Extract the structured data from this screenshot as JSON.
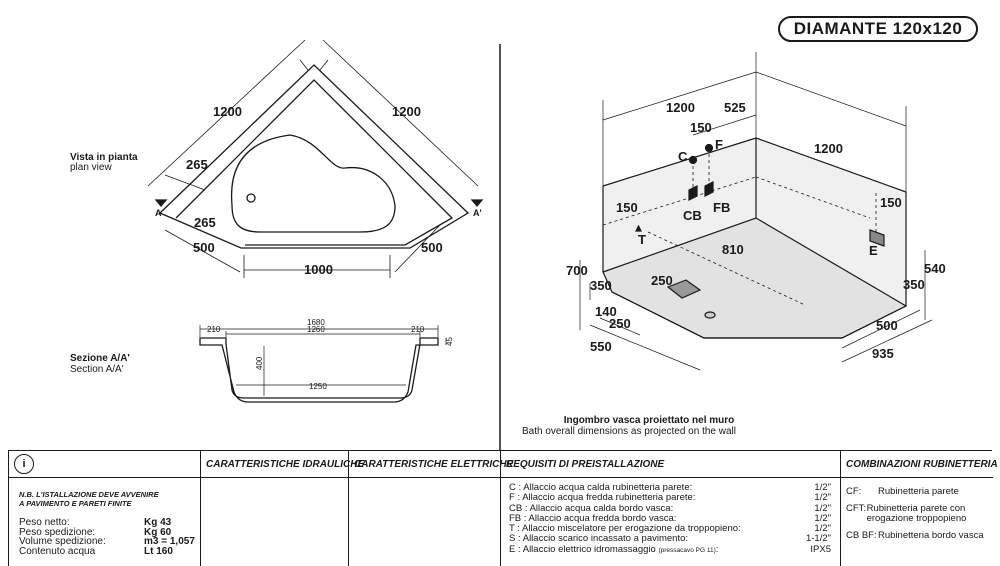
{
  "title": "DIAMANTE 120x120",
  "plan": {
    "caption_it": "Vista in pianta",
    "caption_en": "plan view",
    "dim_left": "1200",
    "dim_right": "1200",
    "dim_265a": "265",
    "dim_265b": "265",
    "dim_500a": "500",
    "dim_500b": "500",
    "dim_1000": "1000",
    "mark_a": "A",
    "mark_a2": "A'"
  },
  "section": {
    "caption_it": "Sezione A/A'",
    "caption_en": "Section A/A'",
    "dim_1680": "1680",
    "dim_1260": "1260",
    "dim_210a": "210",
    "dim_210b": "210",
    "dim_400": "400",
    "dim_45": "45",
    "dim_1250": "1250"
  },
  "iso": {
    "dim_1200a": "1200",
    "dim_525": "525",
    "dim_150a": "150",
    "dim_1200b": "1200",
    "label_c": "C",
    "label_f": "F",
    "label_cb": "CB",
    "label_fb": "FB",
    "dim_150b": "150",
    "label_t": "T",
    "dim_810": "810",
    "dim_150c": "150",
    "label_e": "E",
    "dim_700": "700",
    "dim_250a": "250",
    "dim_350a": "350",
    "dim_540": "540",
    "dim_350b": "350",
    "dim_140": "140",
    "dim_250b": "250",
    "dim_500": "500",
    "dim_550": "550",
    "dim_935": "935",
    "caption_it": "Ingombro vasca proiettato nel muro",
    "caption_en": "Bath overall dimensions as projected on the wall"
  },
  "table": {
    "info_icon": "i",
    "headers": {
      "hydraulic": "CARATTERISTICHE IDRAULICHE",
      "electric": "CARATTERISTICHE ELETTRICHE",
      "requirements": "REQUISITI DI PREISTALLAZIONE",
      "taps": "COMBINAZIONI RUBINETTERIA"
    },
    "note_line1": "N.B. L'ISTALLAZIONE DEVE AVVENIRE",
    "note_line2": "A PAVIMENTO E PARETI FINITE",
    "specs": [
      {
        "label": "Peso netto:",
        "value": "Kg 43"
      },
      {
        "label": "Peso spedizione:",
        "value": "Kg 60"
      },
      {
        "label": "Volume spedizione:",
        "value": "m3 = 1,057"
      },
      {
        "label": "Contenuto acqua",
        "value": "Lt 160"
      }
    ],
    "requirements": [
      {
        "text": "C : Allaccio acqua calda rubinetteria parete:",
        "value": "1/2\""
      },
      {
        "text": "F : Allaccio acqua fredda rubinetteria parete:",
        "value": "1/2\""
      },
      {
        "text": "CB : Allaccio acqua calda bordo vasca:",
        "value": "1/2\""
      },
      {
        "text": "FB : Allaccio acqua fredda bordo vasca:",
        "value": "1/2\""
      },
      {
        "text": "T : Allaccio miscelatore per erogazione da troppopieno:",
        "value": "1/2\""
      },
      {
        "text": "S : Allaccio scarico incassato a pavimento:",
        "value": "1-1/2\""
      },
      {
        "text": "E : Allaccio elettrico idromassaggio",
        "note": "(pressacavo PG 11)",
        "value": "IPX5"
      }
    ],
    "taps": [
      {
        "code": "CF:",
        "text": "Rubinetteria parete"
      },
      {
        "code": "CFT:",
        "text": "Rubinetteria parete con erogazione troppopieno"
      },
      {
        "code": "CB BF:",
        "text": "Rubinetteria bordo vasca"
      }
    ]
  }
}
